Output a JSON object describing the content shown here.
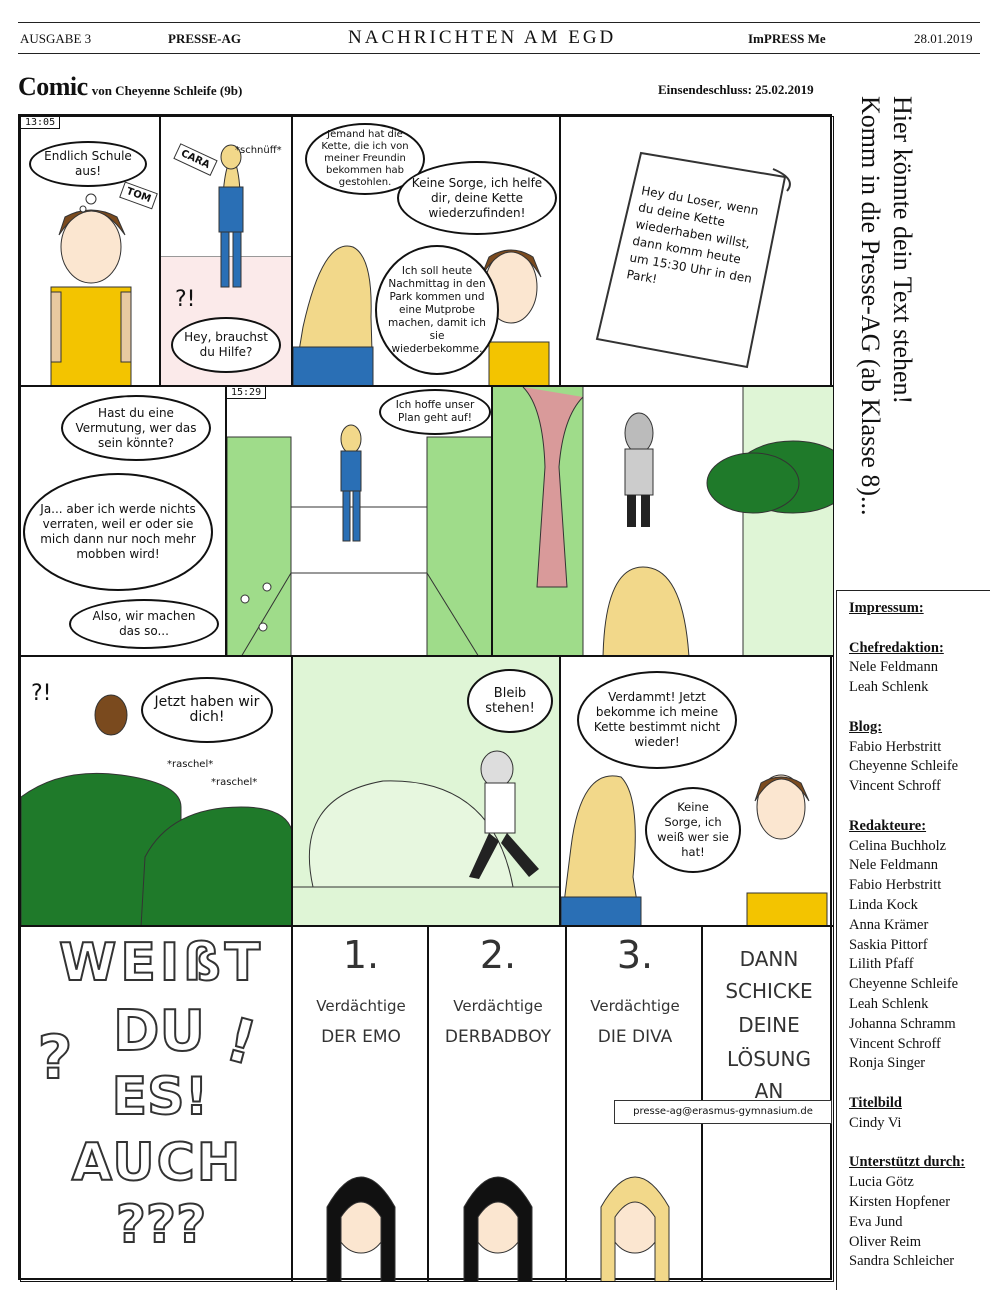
{
  "masthead": {
    "issue": "AUSGABE 3",
    "section": "PRESSE-AG",
    "title": "NACHRICHTEN AM EGD",
    "brand": "ImPRESS Me",
    "date": "28.01.2019"
  },
  "headline": {
    "big": "Comic",
    "small": "von Cheyenne Schleife (9b)",
    "deadline": "Einsendeschluss: 25.02.2019"
  },
  "side_text": {
    "line1": "Hier könnte dein Text stehen!",
    "line2": "Komm in die Presse-AG (ab Klasse 8)..."
  },
  "impressum": {
    "title": "Impressum:",
    "sections": [
      {
        "heading": "Chefredaktion:",
        "names": [
          "Nele Feldmann",
          "Leah Schlenk"
        ]
      },
      {
        "heading": "Blog:",
        "names": [
          "Fabio Herbstritt",
          "Cheyenne Schleife",
          "Vincent Schroff"
        ]
      },
      {
        "heading": "Redakteure:",
        "names": [
          "Celina Buchholz",
          "Nele Feldmann",
          "Fabio Herbstritt",
          "Linda Kock",
          "Anna Krämer",
          "Saskia Pittorf",
          "Lilith Pfaff",
          "Cheyenne Schleife",
          "Leah Schlenk",
          "Johanna Schramm",
          "Vincent Schroff",
          "Ronja Singer"
        ]
      },
      {
        "heading": "Titelbild",
        "names": [
          "Cindy Vi"
        ]
      },
      {
        "heading": "Unterstützt durch:",
        "names": [
          "Lucia Götz",
          "Kirsten Hopfener",
          "Eva Jund",
          "Oliver Reim",
          "Sandra Schleicher"
        ]
      }
    ]
  },
  "comic": {
    "p1": {
      "time": "13:05",
      "bubble": "Endlich Schule aus!",
      "name_tag": "TOM"
    },
    "p2": {
      "sound": "*schnüff*",
      "name_tag": "CARA",
      "marks": "?!",
      "bubble": "Hey, brauchst du Hilfe?"
    },
    "p3": {
      "bubble1": "Jemand hat die Kette, die ich von meiner Freundin bekommen hab gestohlen.",
      "bubble2": "Keine Sorge, ich helfe dir, deine Kette wiederzufinden!",
      "bubble3": "Ich soll heute Nachmittag in den Park kommen und eine Mutprobe machen, damit ich sie wiederbekomme."
    },
    "p4": {
      "letter": "Hey du Loser, wenn du deine Kette wiederhaben willst, dann komm heute um 15:30 Uhr in den Park!"
    },
    "p5": {
      "bubble1": "Hast du eine Vermutung, wer das sein könnte?",
      "bubble2": "Ja... aber ich werde nichts verraten, weil er oder sie mich dann nur noch mehr mobben wird!",
      "bubble3": "Also, wir machen das so..."
    },
    "p6": {
      "time": "15:29",
      "bubble": "Ich hoffe unser Plan geht auf!"
    },
    "p8": {
      "marks": "?!",
      "bubble": "Jetzt haben wir dich!",
      "sound1": "*raschel*",
      "sound2": "*raschel*"
    },
    "p9": {
      "bubble": "Bleib stehen!"
    },
    "p10": {
      "bubble1": "Verdammt! Jetzt bekomme ich meine Kette bestimmt nicht wieder!",
      "bubble2": "Keine Sorge, ich weiß wer sie hat!"
    },
    "p11": {
      "line1": "WEIßT",
      "line2": "DU",
      "line3": "ES!",
      "line4": "AUCH",
      "line5": "???",
      "q1": "?",
      "q2": "!"
    },
    "suspects": [
      {
        "num": "1.",
        "label": "Verdächtige",
        "name": "DER EMO"
      },
      {
        "num": "2.",
        "label": "Verdächtige",
        "name": "DERBADBOY"
      },
      {
        "num": "3.",
        "label": "Verdächtige",
        "name": "DIE DIVA"
      }
    ],
    "p15": {
      "line1": "DANN",
      "line2": "SCHICKE",
      "line3": "DEINE",
      "line4": "LÖSUNG",
      "line5": "AN",
      "email": "presse-ag@erasmus-gymnasium.de"
    }
  },
  "colors": {
    "hedge": "#1f7a2a",
    "grass": "#9fdc8a",
    "hair_blond": "#f2d88a",
    "hair_brown": "#7a4a1e",
    "shirt_yellow": "#f3c400",
    "jacket_blue": "#2a6fb5",
    "tree": "#d99a9a"
  }
}
